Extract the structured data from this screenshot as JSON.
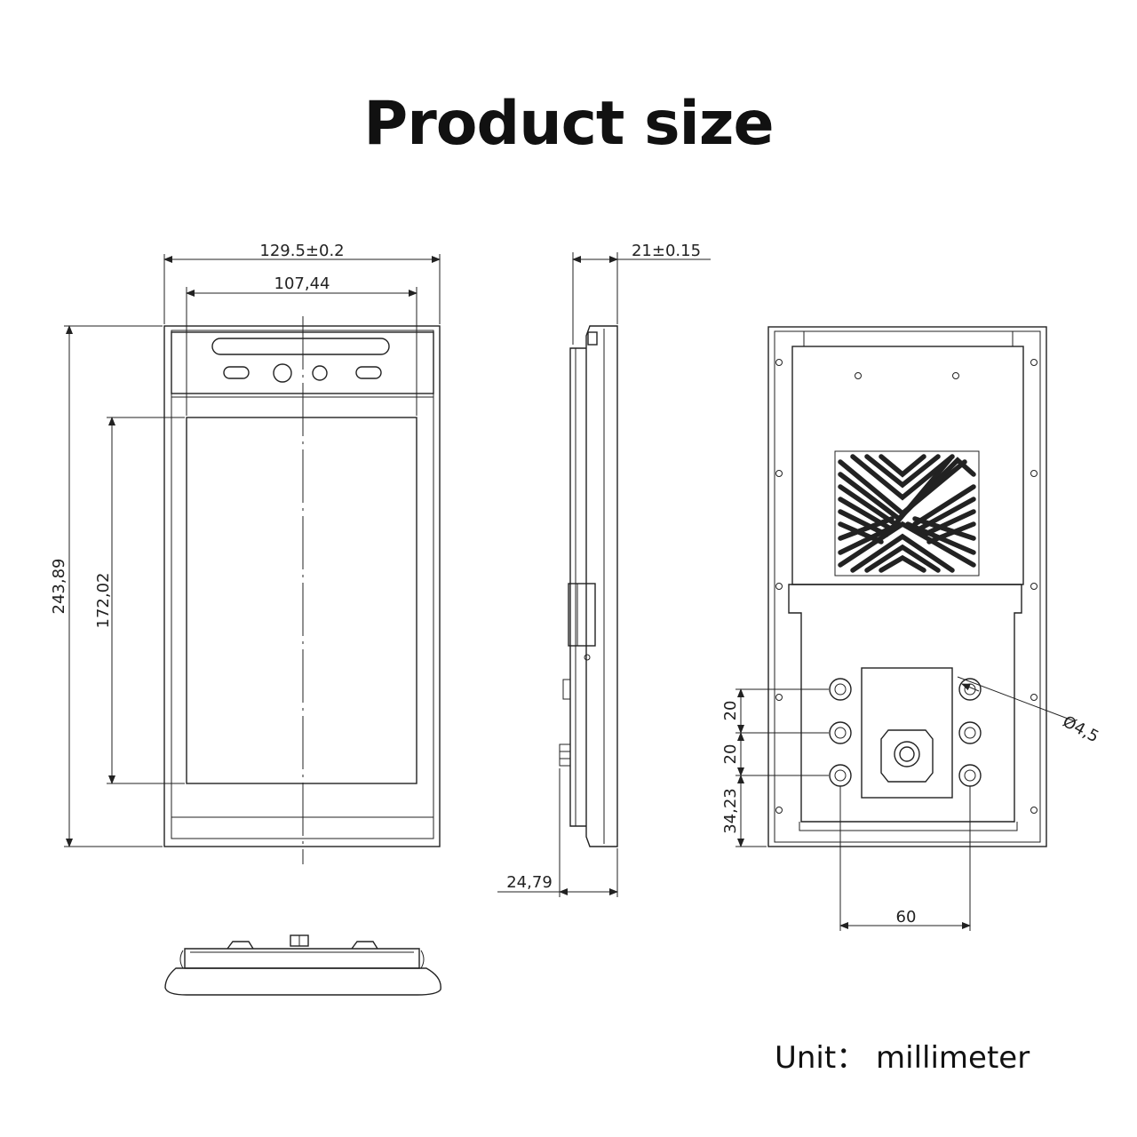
{
  "title": "Product size",
  "unit_note": "Unit： millimeter",
  "dimensions": {
    "front_width": "129.5±0.2",
    "screen_width": "107,44",
    "total_height": "243,89",
    "screen_height": "172,02",
    "side_depth": "21±0.15",
    "side_total_depth": "24,79",
    "hole_spacing_1": "20",
    "hole_spacing_2": "20",
    "hole_bottom_offset": "34,23",
    "hole_horizontal_spacing": "60",
    "hole_diameter": "Ø4,5"
  }
}
